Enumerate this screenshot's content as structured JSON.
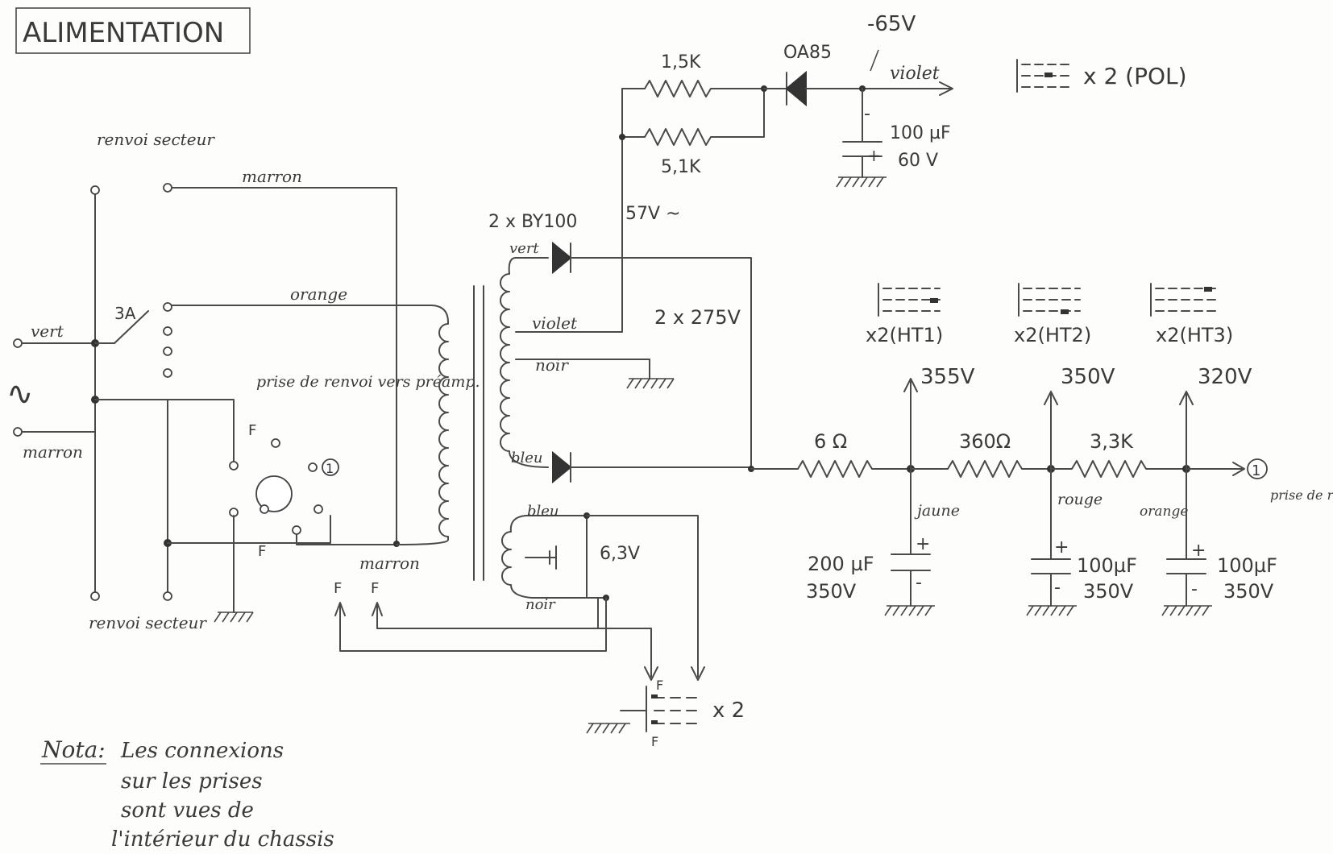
{
  "title": "ALIMENTATION",
  "mains": {
    "renvoi_top": "renvoi secteur",
    "renvoi_bottom": "renvoi secteur",
    "wire_marron_top": "marron",
    "wire_marron_left": "marron",
    "wire_vert": "vert",
    "wire_orange": "orange",
    "wire_marron_bottom": "marron",
    "fuse": "3A",
    "prise_label": "prise de renvoi vers préamp.",
    "pin_f": "F",
    "pin_1": "1"
  },
  "transformer": {
    "rectifier": "2 x BY100",
    "sec_vert": "vert",
    "sec_violet": "violet",
    "sec_noir": "noir",
    "sec_bleu": "bleu",
    "voltage_ht": "2 x 275V",
    "heater_bleu": "bleu",
    "heater_noir": "noir",
    "heater_voltage": "6,3V",
    "ac_57": "57V ~"
  },
  "bias": {
    "r1": "1,5K",
    "r2": "5,1K",
    "diode": "OA85",
    "voltage": "-65V",
    "wire": "violet",
    "cap_value": "100 µF",
    "cap_voltage": "60 V",
    "cap_minus": "-",
    "cap_plus": "+",
    "tube_label": "x 2 (POL)"
  },
  "ht": {
    "r1": "6 Ω",
    "r2": "360Ω",
    "r3": "3,3K",
    "v1": "355V",
    "v2": "350V",
    "v3": "320V",
    "tube1": "x2(HT1)",
    "tube2": "x2(HT2)",
    "tube3": "x2(HT3)",
    "wire1": "jaune",
    "wire2": "rouge",
    "wire3": "orange",
    "cap1_value": "200 µF",
    "cap1_voltage": "350V",
    "cap2_value": "100µF",
    "cap2_voltage": "350V",
    "cap3_value": "100µF",
    "cap3_voltage": "350V",
    "plus": "+",
    "minus": "-",
    "out_label": "prise de renvoi vers préamp.",
    "out_pin": "1"
  },
  "heater_out": {
    "f_left": "F",
    "f_right": "F",
    "f_top": "F",
    "f_bottom": "F",
    "count": "x 2"
  },
  "note": {
    "prefix": "Nota:",
    "line1": "Les connexions",
    "line2": "sur les prises",
    "line3": "sont vues de",
    "line4": "l'intérieur du chassis"
  }
}
